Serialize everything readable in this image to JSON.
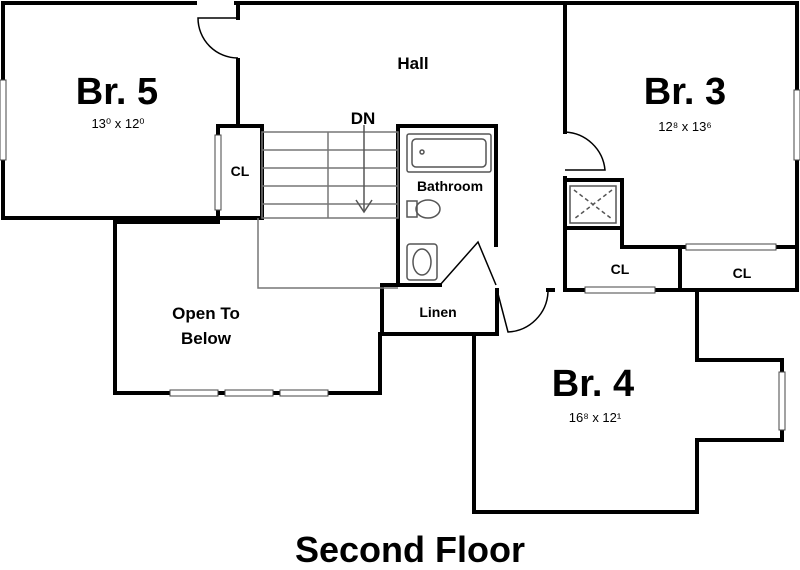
{
  "rooms": {
    "br5": {
      "name": "Br. 5",
      "dim": "13⁰ x 12⁰"
    },
    "br3": {
      "name": "Br. 3",
      "dim": "12⁸ x 13⁶"
    },
    "br4": {
      "name": "Br. 4",
      "dim": "16⁸ x 12¹"
    },
    "hall": {
      "name": "Hall"
    },
    "bathroom": {
      "name": "Bathroom"
    },
    "linen": {
      "name": "Linen"
    },
    "open": {
      "line1": "Open To",
      "line2": "Below"
    },
    "cl_br5": {
      "name": "CL"
    },
    "cl_br4a": {
      "name": "CL"
    },
    "cl_br4b": {
      "name": "CL"
    }
  },
  "stairs": {
    "label": "DN"
  },
  "floor_title": "Second Floor"
}
